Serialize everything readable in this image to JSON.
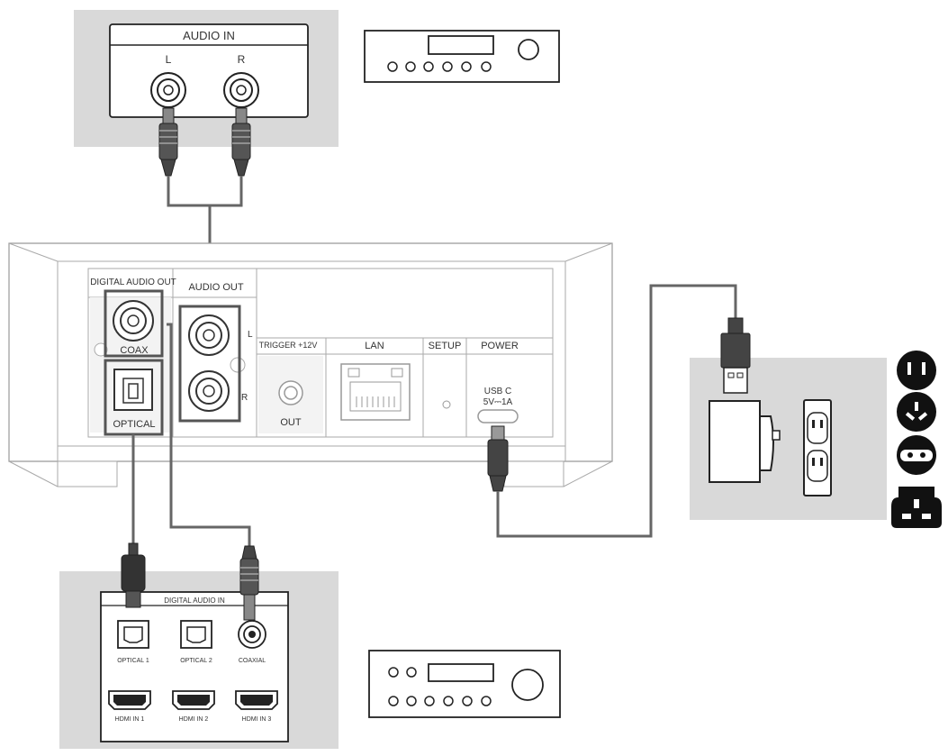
{
  "top_amp": {
    "panel_title": "AUDIO IN",
    "left_label": "L",
    "right_label": "R"
  },
  "device": {
    "digital_audio_out_label": "DIGITAL AUDIO OUT",
    "coax_label": "COAX",
    "optical_label": "OPTICAL",
    "audio_out_label": "AUDIO OUT",
    "audio_out_l": "L",
    "audio_out_r": "R",
    "trigger_label": "TRIGGER +12V",
    "trigger_out_label": "OUT",
    "lan_label": "LAN",
    "setup_label": "SETUP",
    "power_label": "POWER",
    "usbc_label": "USB C",
    "usbc_rating": "5V⎓1A"
  },
  "bottom_amp": {
    "panel_title": "DIGITAL AUDIO IN",
    "inputs": [
      "OPTICAL 1",
      "OPTICAL 2",
      "COAXIAL"
    ],
    "hdmi_inputs": [
      "HDMI IN 1",
      "HDMI IN 2",
      "HDMI IN 3"
    ]
  },
  "plug_icons": [
    "plug-type-a-icon",
    "plug-type-i-icon",
    "plug-type-c-icon",
    "plug-type-g-icon"
  ],
  "colors": {
    "panel_bg": "#d9d9d9",
    "cable": "#666666",
    "highlight_box": "#555555",
    "line": "#222222"
  }
}
